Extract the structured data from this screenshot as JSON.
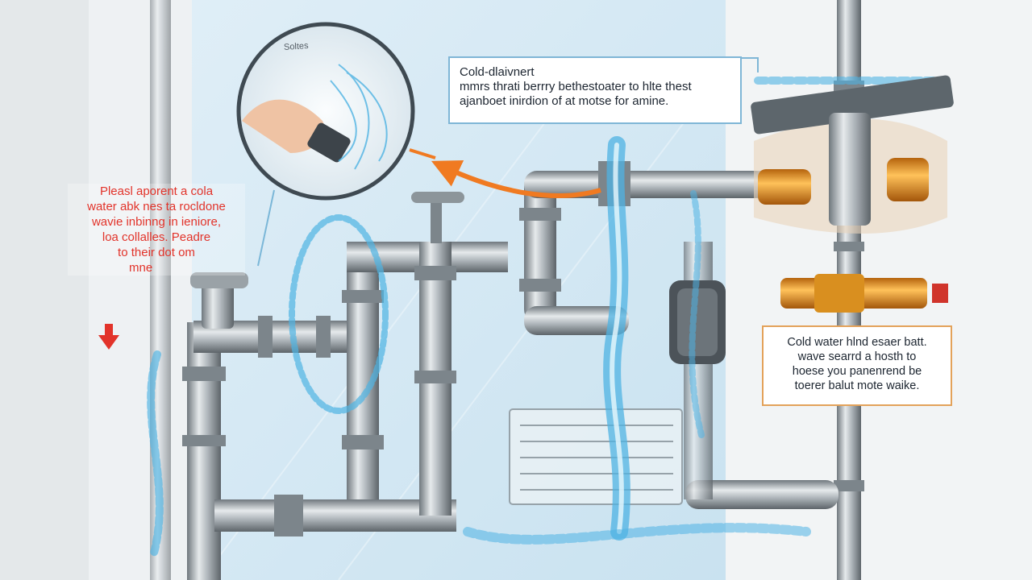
{
  "callout_top": {
    "lines": [
      "Cold-dlaivnert",
      "mmrs thrati berrry bethestoater to hlte thest",
      "ajanboet inirdion of at motse for amine."
    ]
  },
  "callout_right": {
    "lines": [
      "Cold water hlnd esaer batt.",
      "wave searrd a hosth to",
      "hoese you panenrend be",
      "toerer balut mote waike."
    ]
  },
  "note_left": {
    "lines": [
      "Pleasl aporent a cola",
      "water abk nes ta rocldone",
      "wavie inbinng in ieniore,",
      "loa collalles. Peadre",
      "to their dot om",
      "mne"
    ]
  },
  "lens_label": "Soltes",
  "colors": {
    "pipe": "#8f989f",
    "water": "#4fb3e3",
    "valve_brass": "#e59a2a",
    "arrow": "#f07a21",
    "note_text": "#e2332a",
    "callout_top_border": "#7fb6d6",
    "callout_right_border": "#e3a25a"
  },
  "icons": [
    "down-arrow-icon",
    "faucet-icon",
    "valve-icon",
    "hand-icon",
    "pressure-gauge-icon"
  ]
}
